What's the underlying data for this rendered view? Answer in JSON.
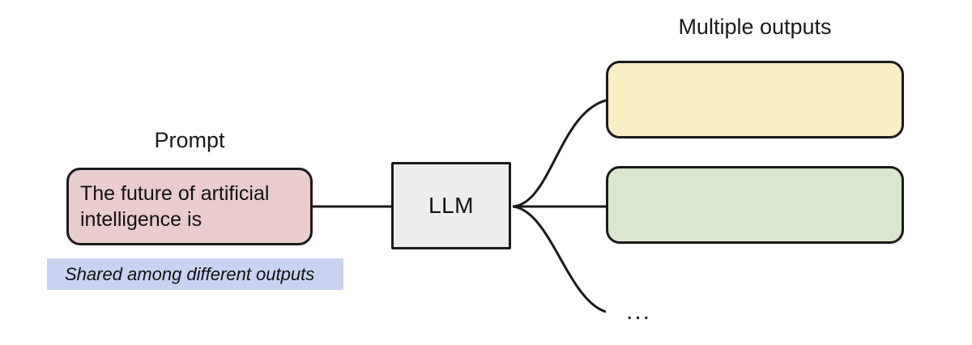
{
  "diagram": {
    "title_hidden": "",
    "background": "#ffffff",
    "stroke_color": "#1a1a1a"
  },
  "prompt": {
    "label": "Prompt",
    "text": "The future of artificial\nintelligence is",
    "fill": "#e8ccce"
  },
  "shared_note": {
    "text": "Shared among different outputs",
    "highlight": "#c7d3f0"
  },
  "model": {
    "label": "LLM",
    "fill": "#ededed"
  },
  "outputs": {
    "label": "Multiple outputs",
    "items": [
      {
        "text": "",
        "fill": "#faeec6"
      },
      {
        "text": "",
        "fill": "#dbe7cd"
      }
    ],
    "ellipsis": "..."
  },
  "icons": {
    "branch_connector": "branch-connector-icon",
    "straight_connector": "straight-connector-icon"
  }
}
